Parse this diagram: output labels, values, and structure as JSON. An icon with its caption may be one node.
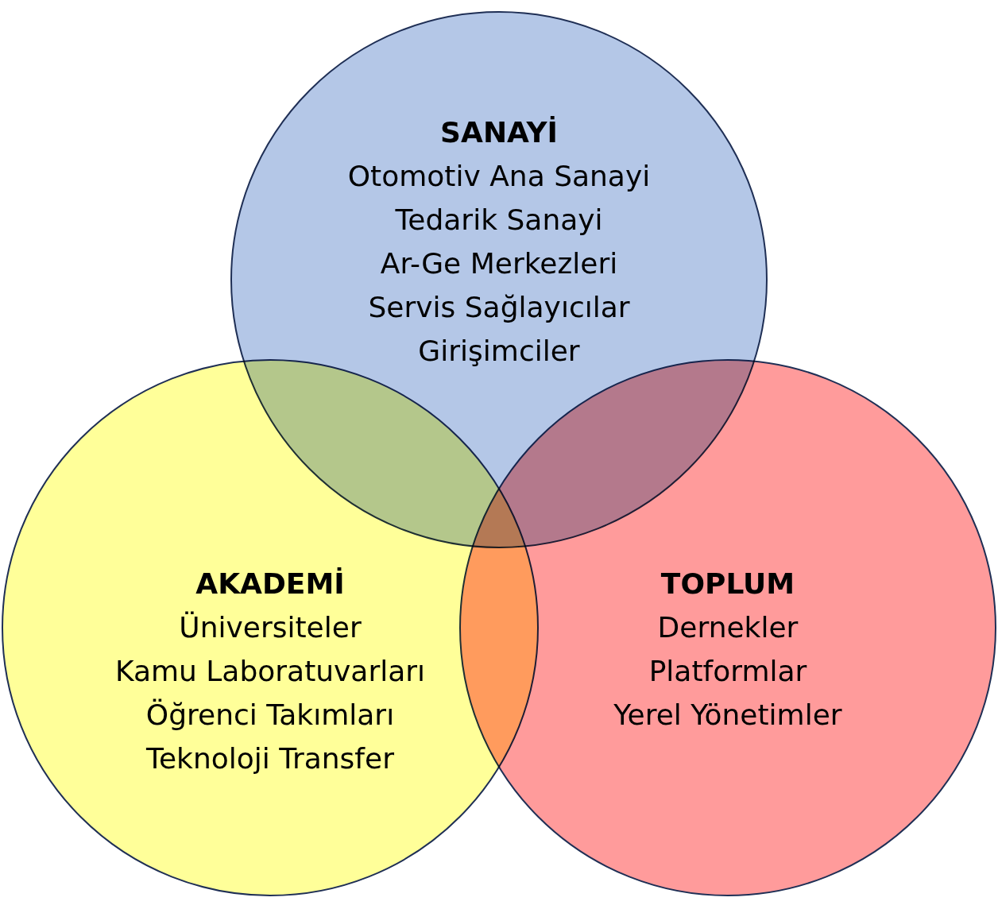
{
  "diagram": {
    "nodes": [
      {
        "text": [
          "SANAYİ",
          "Otomotiv Ana Sanayi",
          "Tedarik Sanayi",
          "Ar-Ge Merkezleri",
          "Servis Sağlayıcılar",
          "Girişimciler"
        ]
      },
      {
        "text": [
          "AKADEMİ",
          "Üniversiteler",
          "Kamu Laboratuvarları",
          "Öğrenci Takımları",
          "Teknoloji Transfer"
        ]
      },
      {
        "text": [
          "TOPLUM",
          "Dernekler",
          "Platformlar",
          "Yerel Yönetimler"
        ]
      }
    ]
  }
}
